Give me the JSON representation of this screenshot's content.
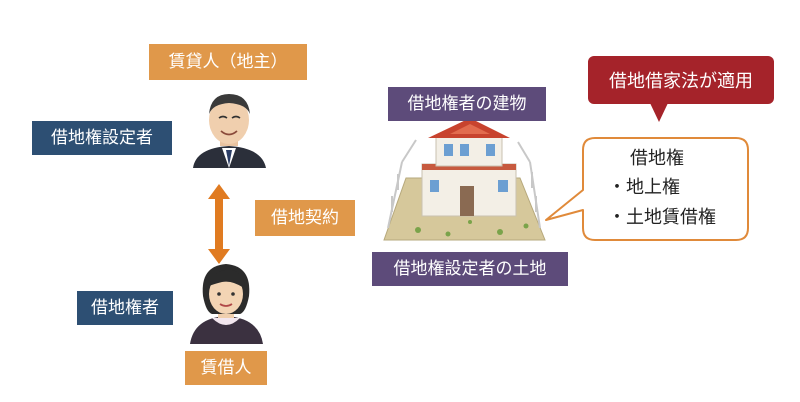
{
  "landlord": {
    "top_label": "賃貸人（地主）",
    "side_label": "借地権設定者"
  },
  "tenant": {
    "side_label": "借地権者",
    "bottom_label": "賃借人"
  },
  "contract_label": "借地契約",
  "building_label": "借地権者の建物",
  "land_label": "借地権設定者の土地",
  "law_callout": "借地借家法が適用",
  "rights": {
    "heading": "借地権",
    "items": [
      "・地上権",
      "・土地賃借権"
    ]
  }
}
